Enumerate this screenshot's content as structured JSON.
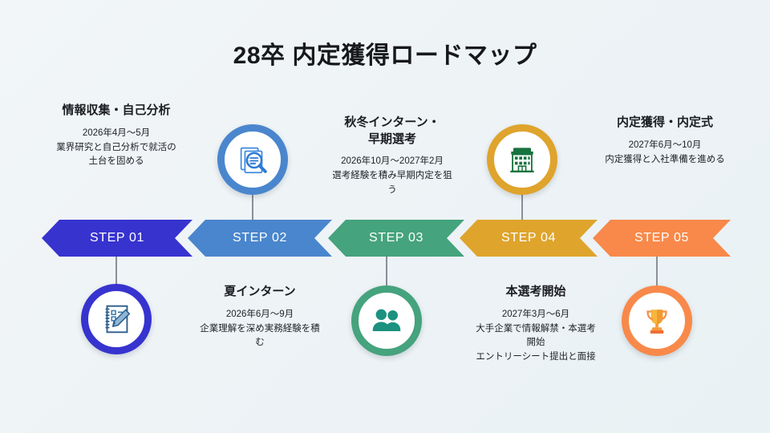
{
  "page": {
    "title": "28卒 内定獲得ロードマップ",
    "background_top": "#f2f6f8",
    "background_bottom": "#e9f1f4",
    "connector_color": "#8a8f98"
  },
  "steps": [
    {
      "id": "step-01",
      "banner_label": "STEP 01",
      "color": "#3733cf",
      "icon": "notebook-pencil-icon",
      "icon_position": "below",
      "text_position": "above",
      "heading": "情報収集・自己分析",
      "period": "2026年4月〜5月",
      "detail_lines": [
        "業界研究と自己分析で就活の",
        "土台を固める"
      ]
    },
    {
      "id": "step-02",
      "banner_label": "STEP 02",
      "color": "#4a86cd",
      "icon": "document-search-icon",
      "icon_position": "above",
      "text_position": "below",
      "heading": "夏インターン",
      "period": "2026年6月〜9月",
      "detail_lines": [
        "企業理解を深め実務経験を積",
        "む"
      ]
    },
    {
      "id": "step-03",
      "banner_label": "STEP 03",
      "color": "#45a37d",
      "icon": "two-people-icon",
      "icon_position": "below",
      "text_position": "above",
      "heading": "秋冬インターン・\n早期選考",
      "period": "2026年10月〜2027年2月",
      "detail_lines": [
        "選考経験を積み早期内定を狙",
        "う"
      ]
    },
    {
      "id": "step-04",
      "banner_label": "STEP 04",
      "color": "#dfa42c",
      "icon": "office-building-icon",
      "icon_position": "above",
      "text_position": "below",
      "heading": "本選考開始",
      "period": "2027年3月〜6月",
      "detail_lines": [
        "大手企業で情報解禁・本選考",
        "開始",
        "エントリーシート提出と面接"
      ]
    },
    {
      "id": "step-05",
      "banner_label": "STEP 05",
      "color": "#f8894a",
      "icon": "trophy-icon",
      "icon_position": "below",
      "text_position": "above",
      "heading": "内定獲得・内定式",
      "period": "2027年6月〜10月",
      "detail_lines": [
        "内定獲得と入社準備を進める"
      ]
    }
  ]
}
